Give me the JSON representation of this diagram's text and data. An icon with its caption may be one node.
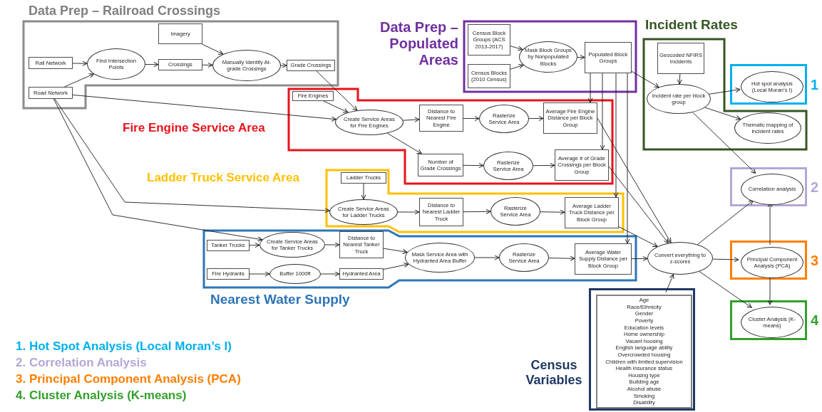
{
  "diagram": {
    "nodes": [
      {
        "text": [
          "Data Prep – Railroad Crossings"
        ]
      },
      {
        "text": [
          "Rail Network"
        ],
        "in": 0
      },
      {
        "text": [
          "Road Network"
        ],
        "in": 0
      },
      {
        "text": [
          "Find Intersection Points"
        ],
        "in": 0
      },
      {
        "text": [
          "Imagery"
        ],
        "in": 0
      },
      {
        "text": [
          "Crossings"
        ],
        "in": 0
      },
      {
        "text": [
          "Manually Identify At-grade Crossings"
        ],
        "in": 0
      },
      {
        "text": [
          "Grade Crossings"
        ],
        "in": 0
      },
      {
        "text": [
          "Data Prep – Populated Areas"
        ]
      },
      {
        "text": [
          "Census Block Groups (ACS 2013-2017)"
        ],
        "in": 8
      },
      {
        "text": [
          "Census Blocks (2010 Census)"
        ],
        "in": 8
      },
      {
        "text": [
          "Mask Block Groups by Nonpopulated Blocks"
        ],
        "in": 8
      },
      {
        "text": [
          "Populated Block Groups"
        ],
        "in": 8
      },
      {
        "text": [
          "Incident Rates"
        ]
      },
      {
        "text": [
          "Geocoded NFIRS Incidents"
        ],
        "in": 13
      },
      {
        "text": [
          "Incident rate per block group"
        ],
        "in": 13
      },
      {
        "text": [
          "Thematic mapping of incident rates"
        ],
        "in": 13
      },
      {
        "text": [],
        "shape": "box",
        "beside": [
          "1"
        ]
      },
      {
        "text": [
          "Hot spot analysis (Local Moran’s I)"
        ],
        "in": 17
      },
      {
        "text": [],
        "shape": "box",
        "beside": [
          "2"
        ]
      },
      {
        "text": [
          "Correlation analysis"
        ],
        "in": 19
      },
      {
        "text": [],
        "shape": "box",
        "beside": [
          "3"
        ]
      },
      {
        "text": [
          "Principal Component Analysis (PCA)"
        ],
        "in": 21
      },
      {
        "text": [],
        "shape": "box",
        "beside": [
          "4"
        ]
      },
      {
        "text": [
          "Cluster Analysis (K-means)"
        ],
        "in": 23
      },
      {
        "text": [
          "Fire Engine Service Area"
        ]
      },
      {
        "text": [
          "Fire Engines"
        ],
        "in": 25
      },
      {
        "text": [
          "Create Service Areas for Fire Engines"
        ],
        "in": 25
      },
      {
        "text": [
          "Distance to Nearest Fire Engine"
        ],
        "in": 25
      },
      {
        "text": [
          "Rasterize Service Area"
        ],
        "in": 25
      },
      {
        "text": [
          "Average Fire Engine Distance per Block Group"
        ],
        "in": 25
      },
      {
        "text": [
          "Number of Grade Crossings"
        ],
        "in": 25
      },
      {
        "text": [
          "Rasterize Service Area"
        ],
        "in": 25
      },
      {
        "text": [
          "Average # of Grade Crossings per Block Group"
        ],
        "in": 25
      },
      {
        "text": [
          "Ladder Truck Service Area"
        ]
      },
      {
        "text": [
          "Ladder Trucks"
        ],
        "in": 34
      },
      {
        "text": [
          "Create Service Areas for Ladder Trucks"
        ],
        "in": 34
      },
      {
        "text": [
          "Distance to Nearest Ladder Truck"
        ],
        "in": 34
      },
      {
        "text": [
          "Rasterize Service Area"
        ],
        "in": 34
      },
      {
        "text": [
          "Average Ladder Truck Distance per Block Group"
        ],
        "in": 34
      },
      {
        "text": [
          "Nearest Water Supply"
        ]
      },
      {
        "text": [
          "Tanker Trucks"
        ],
        "in": 40
      },
      {
        "text": [
          "Create Service Areas for Tanker Trucks"
        ],
        "in": 40
      },
      {
        "text": [
          "Distance to Nearest Tanker Truck"
        ],
        "in": 40
      },
      {
        "text": [
          "Fire Hydrants"
        ],
        "in": 40
      },
      {
        "text": [
          "Buffer 1000ft"
        ],
        "in": 40
      },
      {
        "text": [
          "Hydranted Area"
        ],
        "in": 40
      },
      {
        "text": [
          "Mask Service Area with Hydranted Area Buffer"
        ],
        "in": 40
      },
      {
        "text": [
          "Rasterize Service Area"
        ],
        "in": 40
      },
      {
        "text": [
          "Average Water Supply Distance per Block Group"
        ],
        "in": 40
      },
      {
        "text": [
          "Convert everything to z-scores"
        ]
      },
      {
        "text": [
          "Census Variables"
        ]
      },
      {
        "text": [
          "Age",
          "Race/Ethnicity",
          "Gender",
          "Poverty",
          "Education levels",
          "Home ownership",
          "Vacant housing",
          "English language ability",
          "Overcrowded housing",
          "Children with limited supervision",
          "Health insurance status",
          "Housing type",
          "Building age",
          "Alcohol abuse",
          "Smoking",
          "Disability"
        ],
        "in": 51
      }
    ],
    "edges": [
      {
        "from": 1,
        "to": 3,
        "arrow": "to"
      },
      {
        "from": 2,
        "to": 3,
        "arrow": "to"
      },
      {
        "from": 3,
        "to": 5,
        "arrow": "to"
      },
      {
        "from": 5,
        "to": 6,
        "arrow": "to"
      },
      {
        "from": 4,
        "to": 6,
        "arrow": "to"
      },
      {
        "from": 6,
        "to": 7,
        "arrow": "to"
      },
      {
        "from": 7,
        "to": 27,
        "arrow": "to"
      },
      {
        "from": 2,
        "to": 27,
        "arrow": "to"
      },
      {
        "from": 2,
        "to": 36,
        "arrow": "to"
      },
      {
        "from": 2,
        "to": 42,
        "arrow": "to"
      },
      {
        "from": 9,
        "to": 11,
        "arrow": "to"
      },
      {
        "from": 10,
        "to": 11,
        "arrow": "to"
      },
      {
        "from": 11,
        "to": 12,
        "arrow": "to"
      },
      {
        "from": 12,
        "to": 30,
        "arrow": "to"
      },
      {
        "from": 12,
        "to": 33,
        "arrow": "to"
      },
      {
        "from": 12,
        "to": 39,
        "arrow": "to"
      },
      {
        "from": 12,
        "to": 49,
        "arrow": "to"
      },
      {
        "from": 12,
        "to": 15,
        "arrow": "to"
      },
      {
        "from": 14,
        "to": 15,
        "arrow": "to"
      },
      {
        "from": 15,
        "to": 18,
        "arrow": "to"
      },
      {
        "from": 15,
        "to": 16,
        "arrow": "to"
      },
      {
        "from": 15,
        "to": 20,
        "arrow": "to"
      },
      {
        "from": 26,
        "to": 27,
        "arrow": "to"
      },
      {
        "from": 27,
        "to": 28,
        "arrow": "to"
      },
      {
        "from": 27,
        "to": 31,
        "arrow": "to"
      },
      {
        "from": 28,
        "to": 29,
        "arrow": "to"
      },
      {
        "from": 29,
        "to": 30,
        "arrow": "to"
      },
      {
        "from": 31,
        "to": 32,
        "arrow": "to"
      },
      {
        "from": 32,
        "to": 33,
        "arrow": "to"
      },
      {
        "from": 30,
        "to": 50,
        "arrow": "to"
      },
      {
        "from": 33,
        "to": 50,
        "arrow": "to"
      },
      {
        "from": 35,
        "to": 36,
        "arrow": "to"
      },
      {
        "from": 36,
        "to": 37,
        "arrow": "to"
      },
      {
        "from": 37,
        "to": 38,
        "arrow": "to"
      },
      {
        "from": 38,
        "to": 39,
        "arrow": "to"
      },
      {
        "from": 39,
        "to": 50,
        "arrow": "to"
      },
      {
        "from": 41,
        "to": 42,
        "arrow": "to"
      },
      {
        "from": 42,
        "to": 43,
        "arrow": "to"
      },
      {
        "from": 43,
        "to": 47,
        "arrow": "to"
      },
      {
        "from": 44,
        "to": 45,
        "arrow": "to"
      },
      {
        "from": 45,
        "to": 46,
        "arrow": "to"
      },
      {
        "from": 46,
        "to": 47,
        "arrow": "to"
      },
      {
        "from": 47,
        "to": 48,
        "arrow": "to"
      },
      {
        "from": 48,
        "to": 49,
        "arrow": "to"
      },
      {
        "from": 49,
        "to": 50,
        "arrow": "to"
      },
      {
        "from": 52,
        "to": 50,
        "arrow": "to"
      },
      {
        "from": 50,
        "to": 20,
        "arrow": "to"
      },
      {
        "from": 50,
        "to": 22,
        "arrow": "to"
      },
      {
        "from": 50,
        "to": 24,
        "arrow": "to"
      },
      {
        "from": 22,
        "to": 20,
        "arrow": "to"
      },
      {
        "from": 22,
        "to": 24,
        "arrow": "to"
      }
    ],
    "labels": [
      "1. Hot Spot Analysis (Local Moran’s I)",
      "2. Correlation Analysis",
      "3. Principal Component Analysis (PCA)",
      "4. Cluster Analysis (K-means)"
    ]
  }
}
